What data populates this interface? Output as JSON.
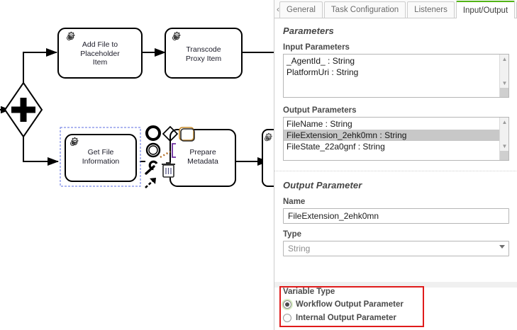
{
  "diagram": {
    "type": "bpmn-process",
    "gateway": {
      "name": "parallel-gateway",
      "symbol": "+"
    },
    "tasks": [
      {
        "id": "add-file",
        "label": "Add File to\nPlaceholder\nItem",
        "label_line1": "Add File to",
        "label_line2": "Placeholder",
        "label_line3": "Item",
        "icon": "gear-icon",
        "selected": false
      },
      {
        "id": "transcode",
        "label": "Transcode\nProxy Item",
        "label_line1": "Transcode",
        "label_line2": "Proxy Item",
        "label_line3": "",
        "icon": "gear-icon",
        "selected": false
      },
      {
        "id": "get-file-info",
        "label": "Get File\nInformation",
        "label_line1": "Get File",
        "label_line2": "Information",
        "label_line3": "",
        "icon": "gear-icon",
        "selected": true
      },
      {
        "id": "prepare-meta",
        "label": "Prepare\nMetadata",
        "label_line1": "Prepare",
        "label_line2": "Metadata",
        "label_line3": "",
        "icon": "gear-icon",
        "selected": false
      }
    ],
    "context_pad": [
      {
        "name": "append-end-event-icon"
      },
      {
        "name": "append-gateway-icon"
      },
      {
        "name": "append-task-icon"
      },
      {
        "name": "append-intermediate-event-icon"
      },
      {
        "name": "wrench-icon"
      },
      {
        "name": "delete-icon"
      },
      {
        "name": "connect-icon"
      }
    ],
    "selection_color": "#5b6ee1"
  },
  "panel": {
    "tab_scroll_left": "‹",
    "tabs": [
      {
        "label": "General",
        "active": false
      },
      {
        "label": "Task Configuration",
        "active": false
      },
      {
        "label": "Listeners",
        "active": false
      },
      {
        "label": "Input/Output",
        "active": true
      }
    ],
    "active_tab_accent": "#52b415",
    "parameters": {
      "title": "Parameters",
      "input_label": "Input Parameters",
      "input_items": [
        {
          "text": "_AgentId_ : String",
          "selected": false
        },
        {
          "text": "PlatformUri : String",
          "selected": false
        }
      ],
      "output_label": "Output Parameters",
      "output_items": [
        {
          "text": "FileName : String",
          "selected": false
        },
        {
          "text": "FileExtension_2ehk0mn : String",
          "selected": true
        },
        {
          "text": "FileState_22a0gnf : String",
          "selected": false
        }
      ],
      "selected_row_bg": "#c8c8c8"
    },
    "output_parameter": {
      "title": "Output Parameter",
      "name_label": "Name",
      "name_value": "FileExtension_2ehk0mn",
      "type_label": "Type",
      "type_value": "String",
      "type_caret": "chevron-down-icon",
      "variable_type_label": "Variable Type",
      "radios": [
        {
          "label": "Workflow Output Parameter",
          "checked": true
        },
        {
          "label": "Internal Output Parameter",
          "checked": false
        }
      ],
      "highlight_color": "#e01b1b"
    }
  }
}
